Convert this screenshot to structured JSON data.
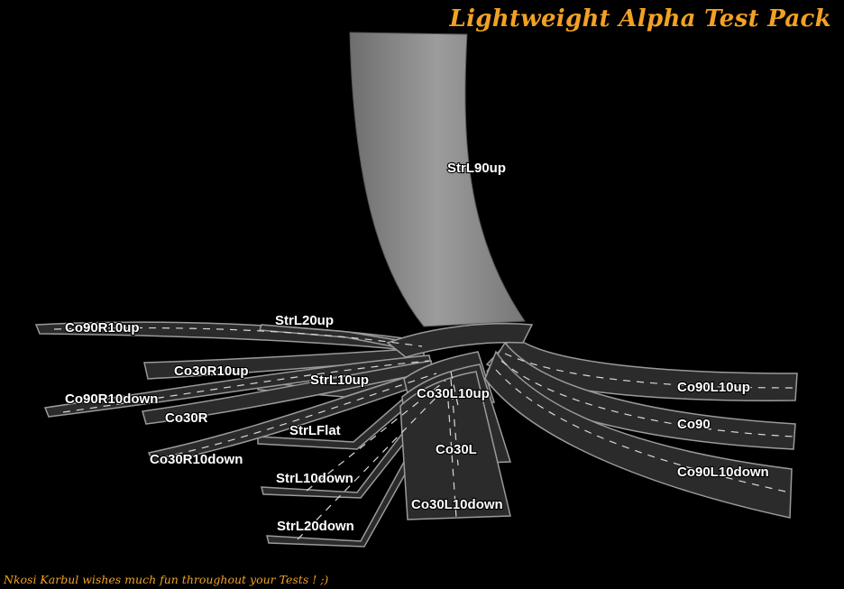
{
  "title": "Lightweight Alpha Test Pack",
  "footer": "Nkosi Karbul wishes much fun throughout your Tests ! ;)",
  "colors": {
    "title": "#f2a124",
    "background": "#000000",
    "road": "#2c2c2c",
    "road_edge": "#9a9a9a",
    "lane_marking": "#d8d8d8",
    "ramp": "#8a8a8a"
  },
  "track_pieces": [
    "StrL90up",
    "StrL20up",
    "Co90R10up",
    "Co30R10up",
    "StrL10up",
    "Co90R10down",
    "Co30R",
    "StrLFlat",
    "Co30R10down",
    "StrL10down",
    "StrL20down",
    "Co30L10up",
    "Co30L",
    "Co30L10down",
    "Co90L10up",
    "Co90",
    "Co90L10down"
  ]
}
